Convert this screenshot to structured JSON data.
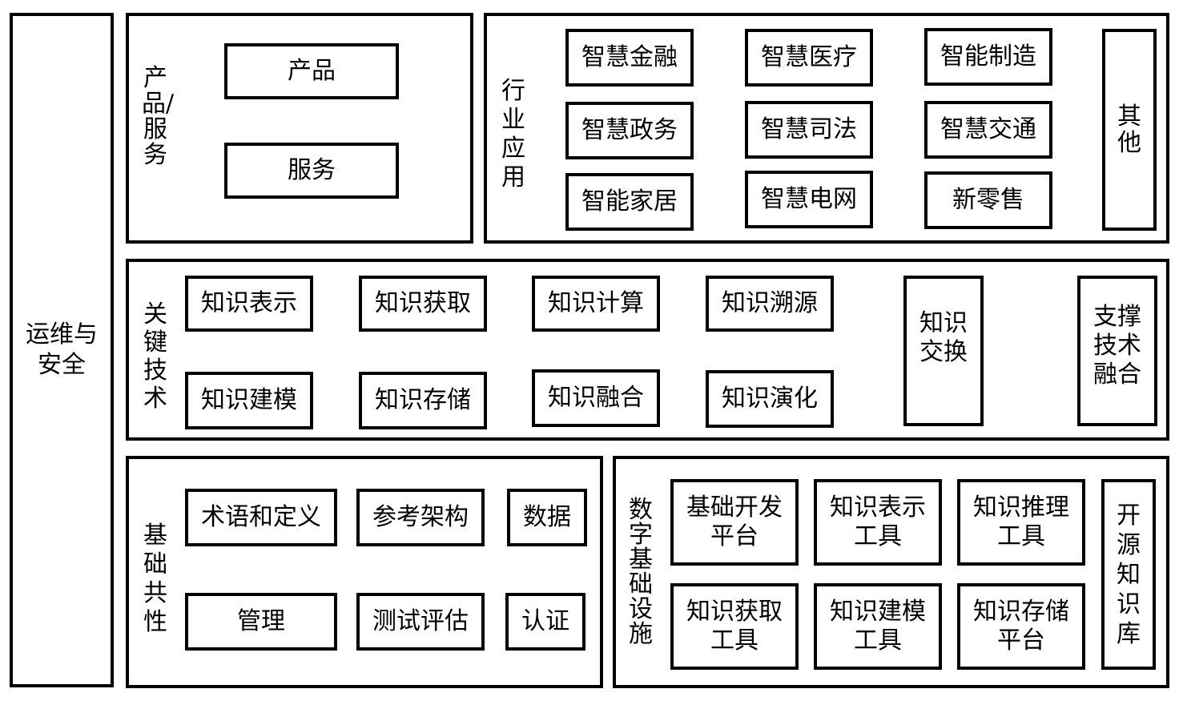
{
  "ops_security": {
    "label": "运维与安全"
  },
  "products_services": {
    "label": "产品/服务",
    "items": [
      "产品",
      "服务"
    ]
  },
  "industry_applications": {
    "label": "行业应用",
    "items": [
      "智慧金融",
      "智慧医疗",
      "智能制造",
      "智慧政务",
      "智慧司法",
      "智慧交通",
      "智能家居",
      "智慧电网",
      "新零售"
    ],
    "other": "其他"
  },
  "key_technologies": {
    "label": "关键技术",
    "items": [
      "知识表示",
      "知识获取",
      "知识计算",
      "知识溯源",
      "知识建模",
      "知识存储",
      "知识融合",
      "知识演化"
    ],
    "exchange": "知识交换",
    "support": "支撑技术融合"
  },
  "foundational_commons": {
    "label": "基础共性",
    "items": [
      "术语和定义",
      "参考架构",
      "数据",
      "管理",
      "测试评估",
      "认证"
    ]
  },
  "digital_infrastructure": {
    "label": "数字基础设施",
    "items": [
      "基础开发\n平台",
      "知识表示\n工具",
      "知识推理\n工具",
      "知识获取\n工具",
      "知识建模\n工具",
      "知识存储\n平台"
    ],
    "open_kb": "开源知识库"
  }
}
